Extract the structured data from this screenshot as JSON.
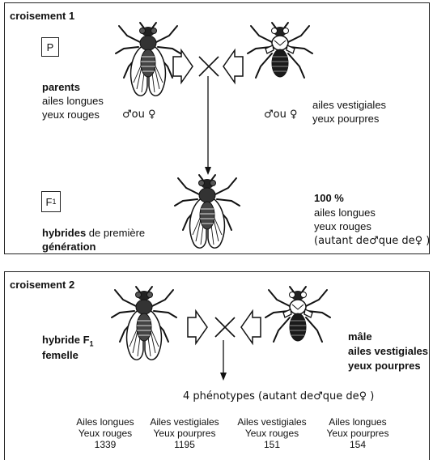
{
  "cross1": {
    "title": "croisement 1",
    "generation_p": "P",
    "parents_title": "parents",
    "parents_line1": "ailes longues",
    "parents_line2": "yeux rouges",
    "sex_left": "♂ou ♀",
    "sex_right": "♂ou ♀",
    "right_line1": "ailes vestigiales",
    "right_line2": "yeux  pourpres",
    "generation_f1": "F",
    "generation_f1_sub": "1",
    "hybrids_bold": "hybrides",
    "hybrids_rest": " de première",
    "hybrids_line2": "génération",
    "percent": "100 %",
    "f1_line1": "ailes longues",
    "f1_line2": "yeux rouges",
    "f1_line3": "(autant de♂que de♀ )"
  },
  "cross2": {
    "title": "croisement 2",
    "female_line1": "hybride F",
    "female_sub": "1",
    "female_line2": "femelle",
    "male_line1": "mâle",
    "male_line2": "ailes vestigiales",
    "male_line3": "yeux pourpres",
    "phenotypes_header": "4 phénotypes (autant de♂que de♀ )",
    "phenotypes": [
      {
        "line1": "Ailes longues",
        "line2": "Yeux rouges",
        "count": "1339"
      },
      {
        "line1": "Ailes vestigiales",
        "line2": "Yeux pourpres",
        "count": "1195"
      },
      {
        "line1": "Ailes vestigiales",
        "line2": "Yeux rouges",
        "count": "151"
      },
      {
        "line1": "Ailes longues",
        "line2": "Yeux pourpres",
        "count": "154"
      }
    ]
  },
  "icons": [
    "drosophila-long-wings",
    "drosophila-vestigial-wings",
    "outline-arrow-right",
    "outline-arrow-left",
    "cross-symbol",
    "down-arrow"
  ]
}
